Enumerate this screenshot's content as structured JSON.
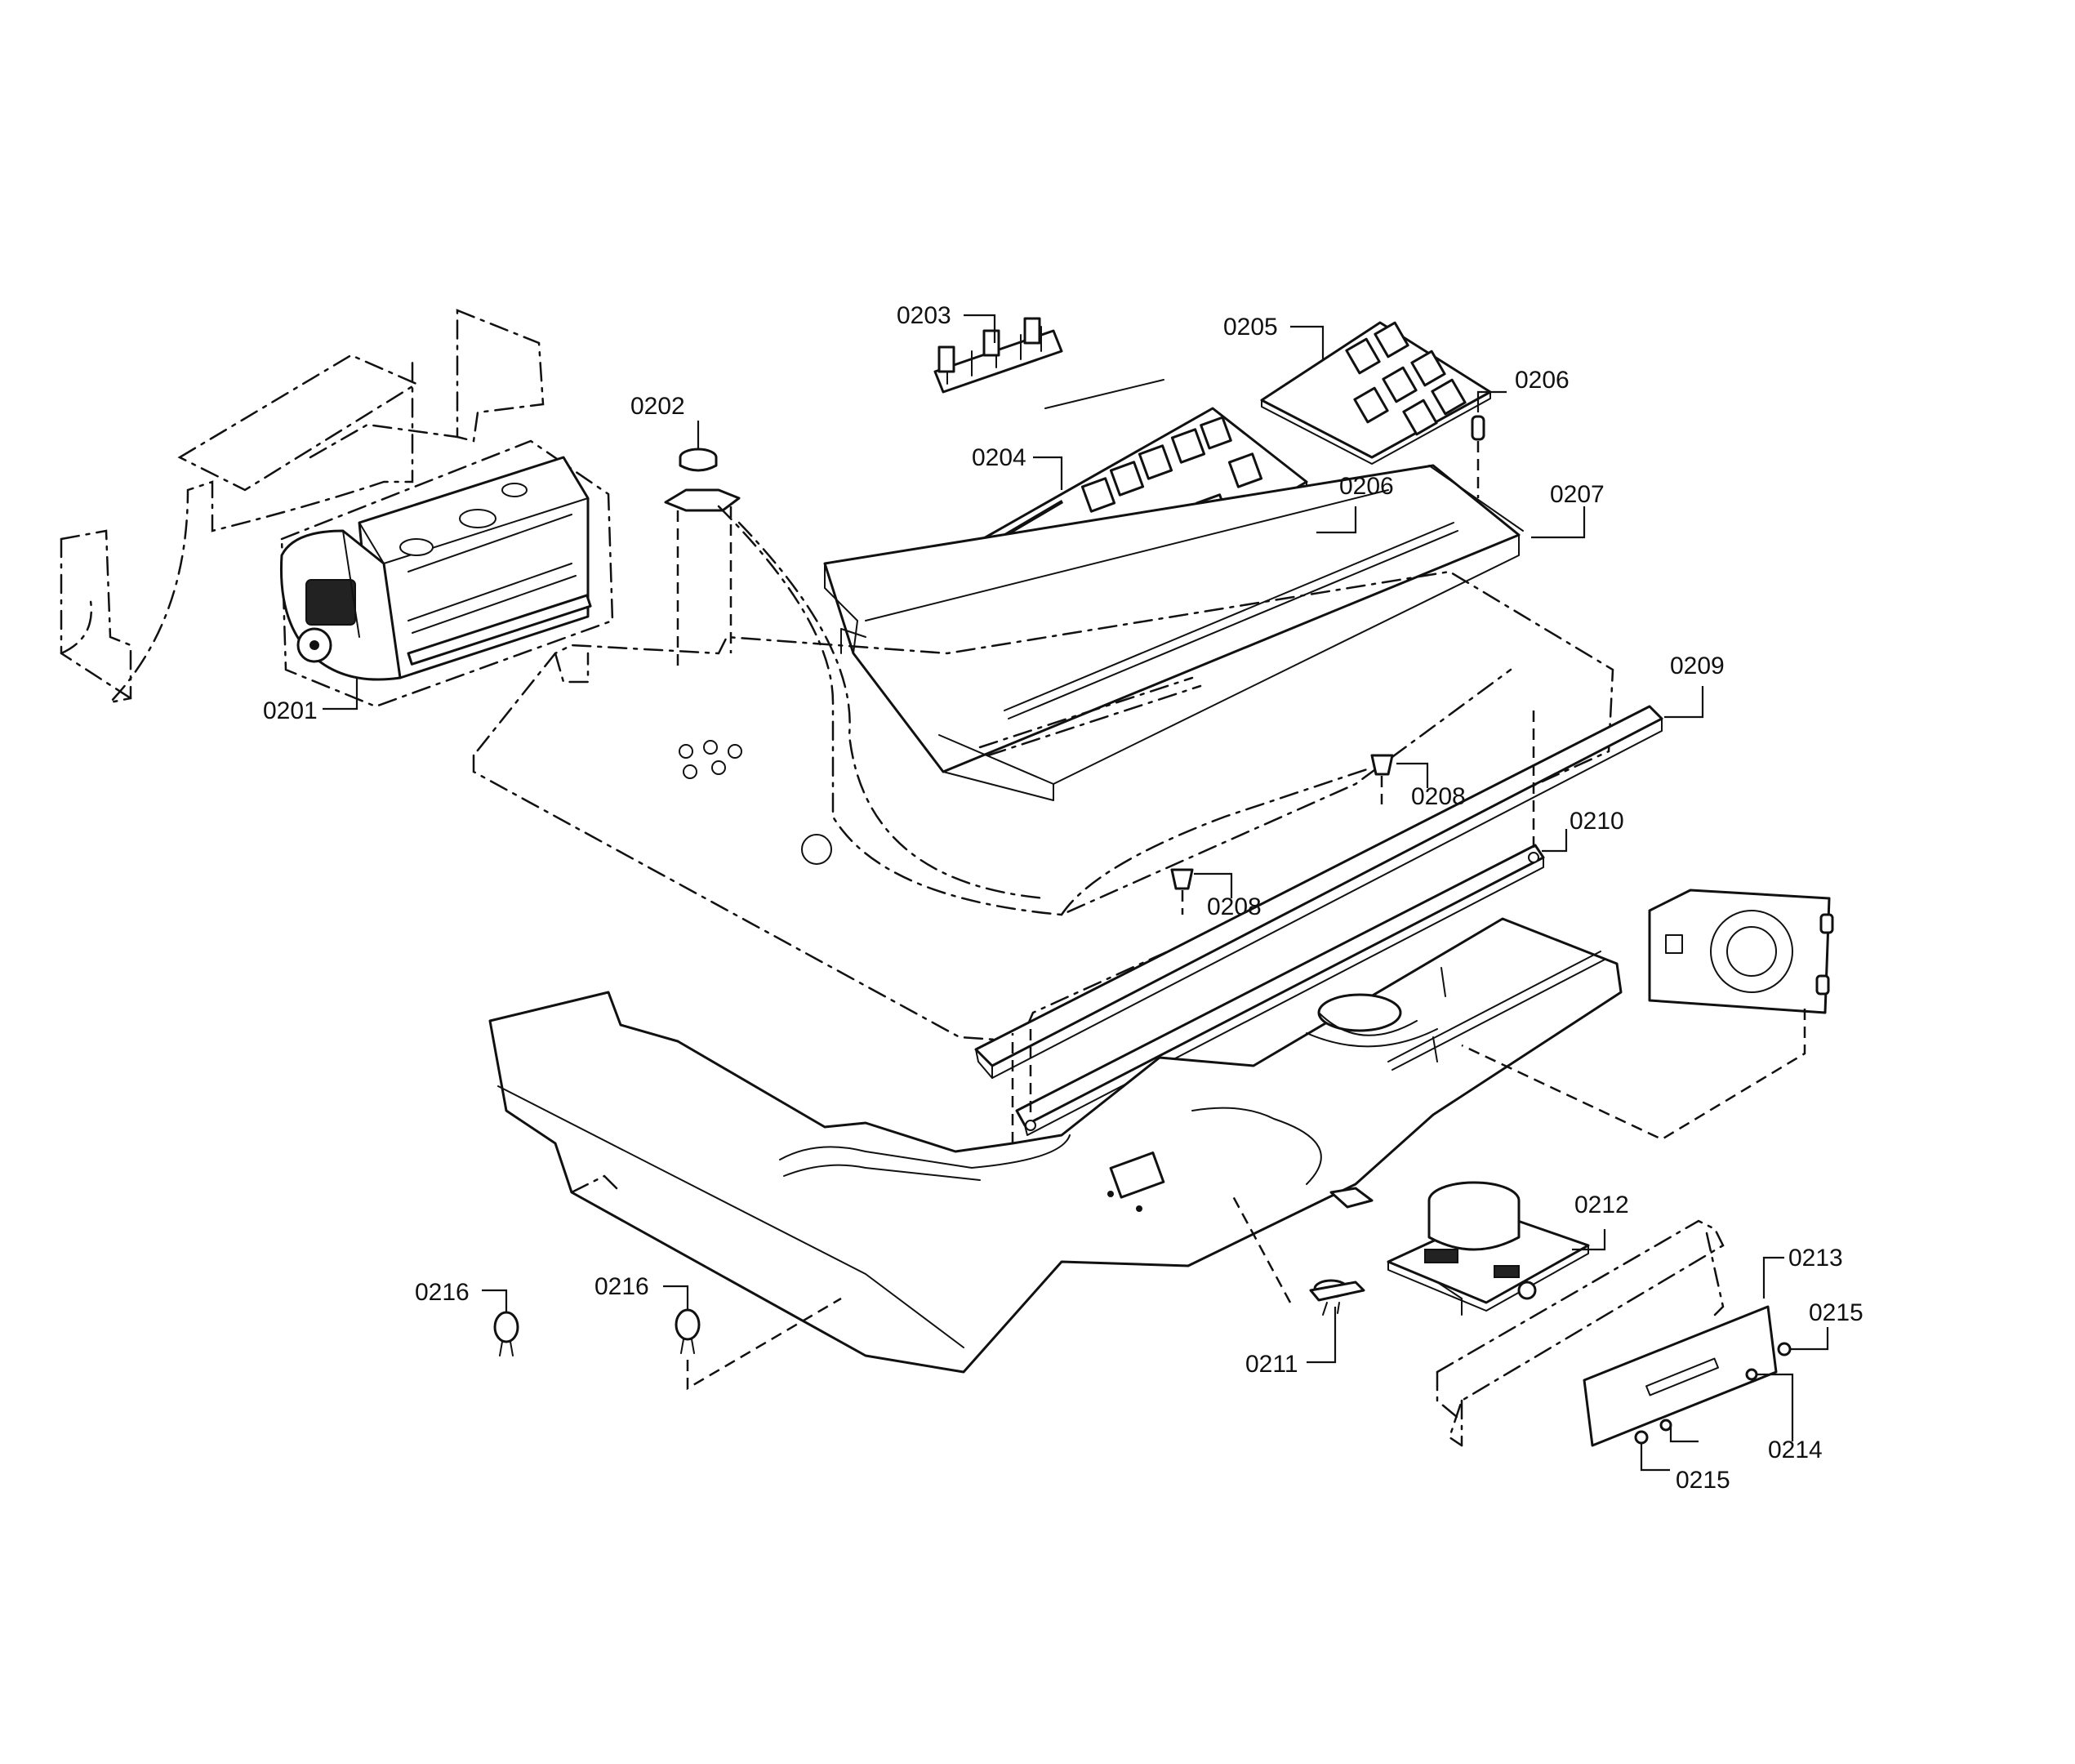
{
  "callouts": [
    {
      "id": "0201",
      "text": "0201"
    },
    {
      "id": "0202",
      "text": "0202"
    },
    {
      "id": "0203",
      "text": "0203"
    },
    {
      "id": "0204",
      "text": "0204"
    },
    {
      "id": "0205",
      "text": "0205"
    },
    {
      "id": "0206a",
      "text": "0206"
    },
    {
      "id": "0206b",
      "text": "0206"
    },
    {
      "id": "0207",
      "text": "0207"
    },
    {
      "id": "0208a",
      "text": "0208"
    },
    {
      "id": "0208b",
      "text": "0208"
    },
    {
      "id": "0209",
      "text": "0209"
    },
    {
      "id": "0210",
      "text": "0210"
    },
    {
      "id": "0211",
      "text": "0211"
    },
    {
      "id": "0212",
      "text": "0212"
    },
    {
      "id": "0213",
      "text": "0213"
    },
    {
      "id": "0214",
      "text": "0214"
    },
    {
      "id": "0215a",
      "text": "0215"
    },
    {
      "id": "0215b",
      "text": "0215"
    },
    {
      "id": "0216a",
      "text": "0216"
    },
    {
      "id": "0216b",
      "text": "0216"
    }
  ]
}
